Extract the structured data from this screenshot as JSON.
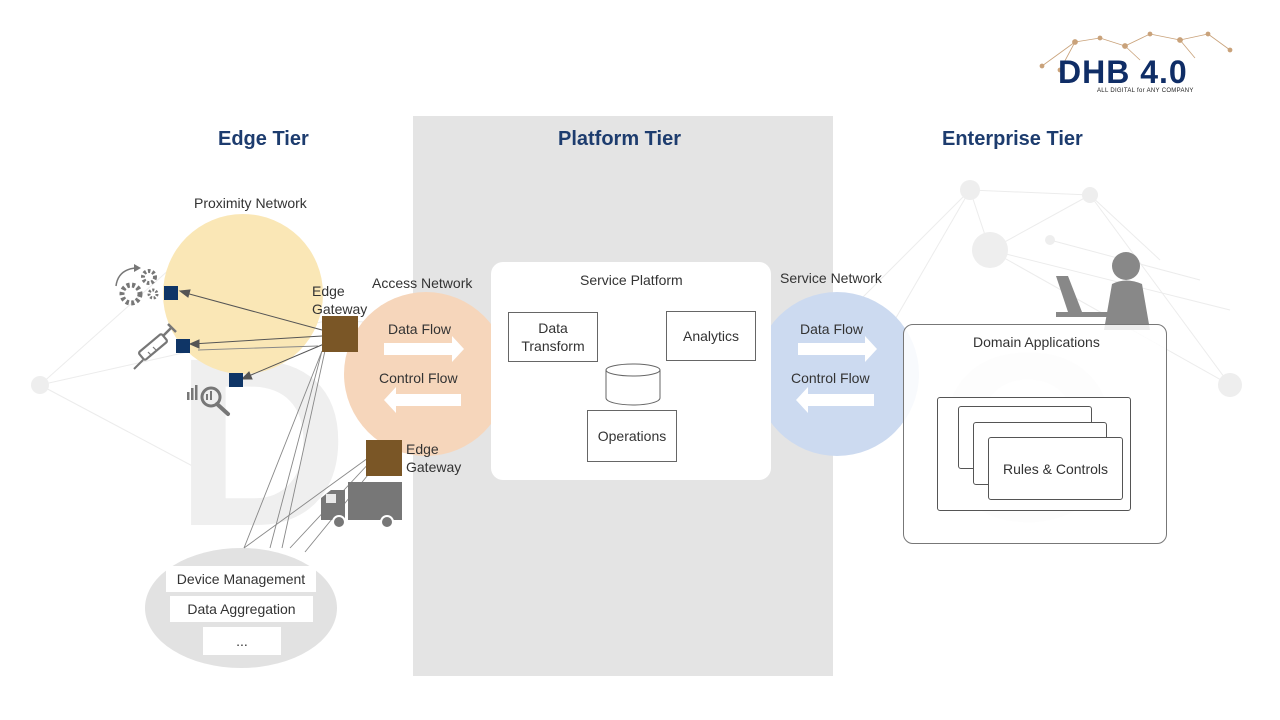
{
  "logo": {
    "text": "DHB 4.0",
    "tagline": "ALL DIGITAL for ANY COMPANY"
  },
  "tiers": {
    "edge": "Edge Tier",
    "platform": "Platform Tier",
    "enterprise": "Enterprise Tier"
  },
  "edge": {
    "proximity_network": "Proximity Network",
    "edge_gateway_top": "Edge Gateway",
    "edge_gateway_bottom": "Edge Gateway",
    "management_items": [
      "Device Management",
      "Data Aggregation",
      "..."
    ]
  },
  "access_network": {
    "label": "Access Network",
    "data_flow": "Data Flow",
    "control_flow": "Control Flow"
  },
  "service_platform": {
    "label": "Service Platform",
    "data_transform": "Data Transform",
    "analytics": "Analytics",
    "operations": "Operations"
  },
  "service_network": {
    "label": "Service Network",
    "data_flow": "Data Flow",
    "control_flow": "Control Flow"
  },
  "domain": {
    "label": "Domain Applications",
    "rules_controls": "Rules & Controls"
  },
  "colors": {
    "tier_title": "#1d3c6e",
    "proximity_circle": "#fae7b6",
    "access_circle": "#f6d6bb",
    "service_circle": "#ccdaf0",
    "gateway": "#7a5626",
    "device_square": "#0f3566",
    "platform_panel": "#e4e4e4",
    "icon_gray": "#777777"
  },
  "icons": [
    "gears-icon",
    "syringe-icon",
    "analytics-search-icon",
    "truck-icon",
    "person-laptop-icon"
  ]
}
